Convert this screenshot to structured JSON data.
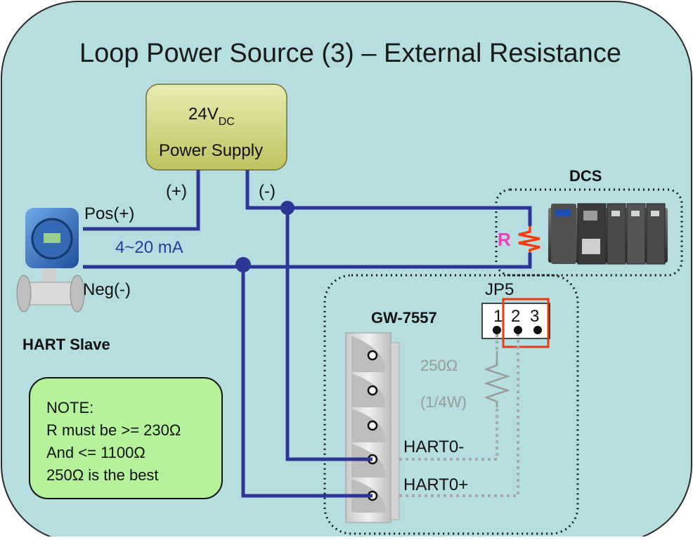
{
  "diagram": {
    "title": "Loop Power Source (3) – External Resistance",
    "power_supply": {
      "line1_main": "24V",
      "line1_sub": "DC",
      "line2": "Power Supply",
      "plus_label": "(+)",
      "minus_label": "(-)"
    },
    "hart_slave": {
      "label": "HART Slave",
      "pos_label": "Pos(+)",
      "neg_label": "Neg(-)",
      "current_label": "4~20 mA"
    },
    "dcs": {
      "label": "DCS",
      "resistor_label": "R"
    },
    "gateway": {
      "label": "GW-7557",
      "jumper_label": "JP5",
      "jumper_pins": [
        "1",
        "2",
        "3"
      ],
      "resistor_value": "250Ω",
      "resistor_rating": "(1/4W)",
      "terminal_minus": "HART0-",
      "terminal_plus": "HART0+"
    },
    "note": {
      "lines": [
        "NOTE:",
        "R must be >= 230Ω",
        "And <= 1100Ω",
        "250Ω  is the best"
      ]
    },
    "colors": {
      "panel": "#b6dde0",
      "wire": "#2e3597",
      "power_box": "#d6d98a",
      "note_box": "#b5f29a",
      "resistor_dcs": "#ff3a10",
      "jumper_highlight": "#e83a14",
      "r_label": "#f03fb4"
    }
  }
}
